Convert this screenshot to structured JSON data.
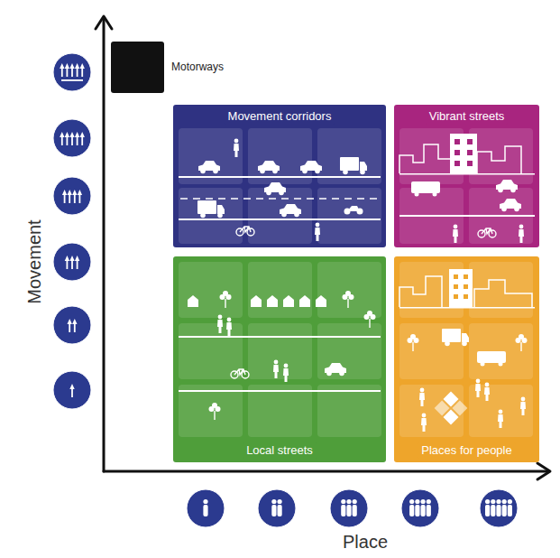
{
  "diagram": {
    "nodes": [
      {
        "text": [
          "Motorways"
        ]
      },
      {
        "text": [
          "Movement corridors"
        ]
      },
      {
        "text": [
          "Vibrant streets"
        ]
      },
      {
        "text": [
          "Local streets"
        ]
      },
      {
        "text": [
          "Places for people"
        ]
      }
    ],
    "labels": [
      "Movement",
      "Place"
    ]
  }
}
